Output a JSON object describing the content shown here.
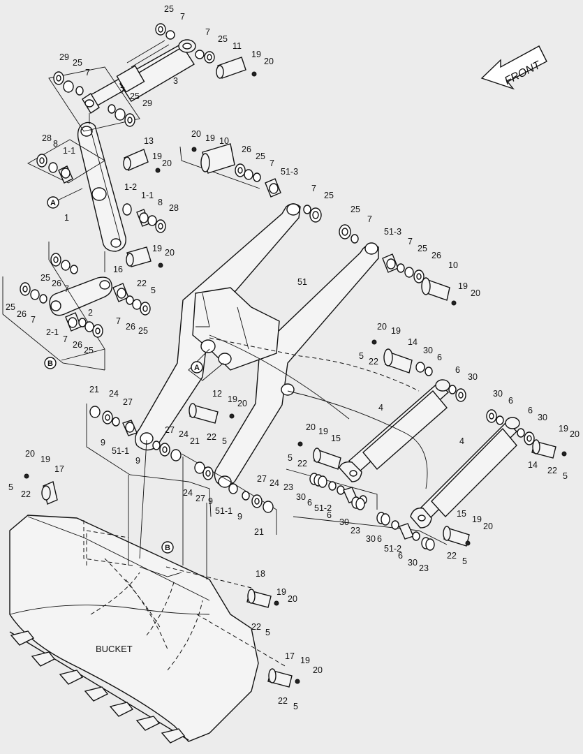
{
  "diagram": {
    "front_label": "FRONT",
    "bucket_label": "BUCKET",
    "callouts": [
      "A",
      "B"
    ]
  },
  "labels": [
    "25",
    "7",
    "7",
    "25",
    "11",
    "19",
    "20",
    "29",
    "25",
    "7",
    "3",
    "7",
    "25",
    "29",
    "20",
    "19",
    "10",
    "28",
    "8",
    "1-1",
    "13",
    "19",
    "20",
    "26",
    "25",
    "7",
    "51-3",
    "7",
    "25",
    "1-2",
    "1-1",
    "8",
    "28",
    "1",
    "25",
    "7",
    "51-3",
    "7",
    "25",
    "26",
    "10",
    "19",
    "20",
    "16",
    "22",
    "5",
    "25",
    "26",
    "7",
    "51",
    "19",
    "20",
    "25",
    "26",
    "7",
    "2",
    "7",
    "26",
    "25",
    "2-1",
    "7",
    "26",
    "25",
    "20",
    "19",
    "14",
    "5",
    "22",
    "30",
    "6",
    "6",
    "30",
    "21",
    "24",
    "27",
    "12",
    "19",
    "20",
    "22",
    "5",
    "4",
    "9",
    "51-1",
    "27",
    "24",
    "21",
    "9",
    "30",
    "6",
    "6",
    "30",
    "20",
    "19",
    "15",
    "5",
    "22",
    "4",
    "19",
    "20",
    "14",
    "22",
    "5",
    "24",
    "27",
    "9",
    "27",
    "24",
    "23",
    "30",
    "6",
    "51-2",
    "6",
    "30",
    "51-1",
    "9",
    "21",
    "23",
    "30",
    "6",
    "51-2",
    "6",
    "30",
    "23",
    "20",
    "19",
    "17",
    "5",
    "22",
    "15",
    "19",
    "20",
    "22",
    "5",
    "18",
    "19",
    "20",
    "22",
    "5",
    "17",
    "19",
    "20",
    "22",
    "5"
  ]
}
